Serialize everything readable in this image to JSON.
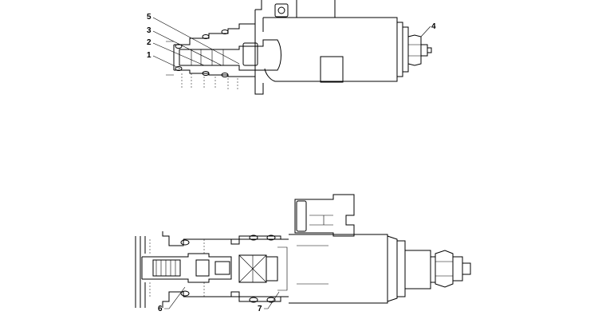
{
  "diagram": {
    "top_view_callouts": [
      "5",
      "3",
      "2",
      "1",
      "4"
    ],
    "bottom_view_callouts": [
      "6",
      "7"
    ]
  }
}
